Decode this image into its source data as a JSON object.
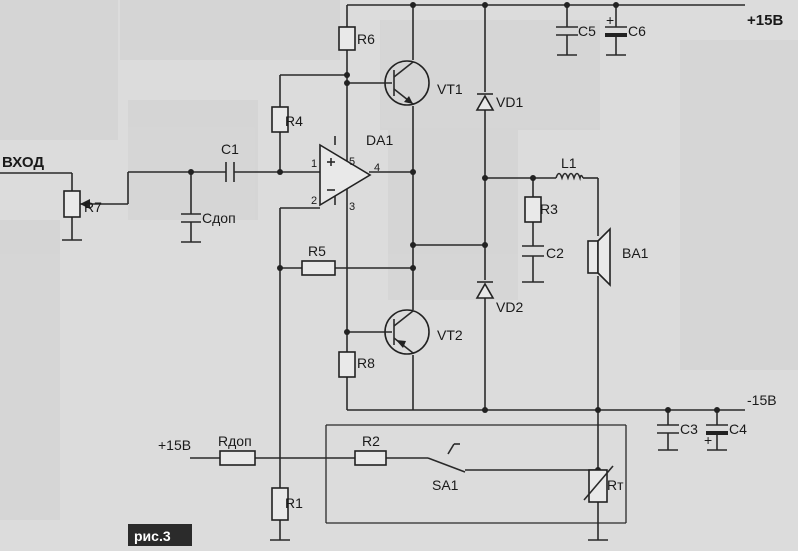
{
  "labels": {
    "vhod": "ВХОД",
    "plus15": "+15В",
    "minus15": "-15В",
    "plus15_left": "+15В",
    "r7": "R7",
    "r6": "R6",
    "r4": "R4",
    "r3": "R3",
    "r5": "R5",
    "r8": "R8",
    "r2": "R2",
    "r1": "R1",
    "rdop": "Rдоп",
    "rt": "Rт",
    "c1": "C1",
    "cdop": "Cдоп",
    "c2": "C2",
    "c3": "C3",
    "c4": "C4",
    "c5": "C5",
    "c6": "C6",
    "l1": "L1",
    "vd1": "VD1",
    "vd2": "VD2",
    "vt1": "VT1",
    "vt2": "VT2",
    "da1": "DA1",
    "ba1": "BA1",
    "sa1": "SA1",
    "pin1": "1",
    "pin2": "2",
    "pin3": "3",
    "pin4": "4",
    "pin5": "5",
    "plus_c6": "+",
    "plus_c4": "+"
  },
  "caption": "рис.3"
}
